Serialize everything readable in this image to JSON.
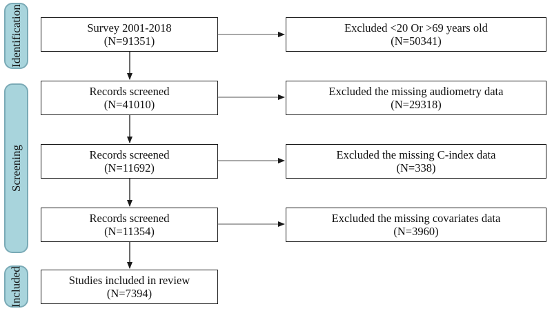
{
  "phases": {
    "identification": "Identification",
    "screening": "Screening",
    "included": "Included"
  },
  "main_boxes": [
    {
      "line1": "Survey 2001-2018",
      "line2": "(N=91351)"
    },
    {
      "line1": "Records screened",
      "line2": "(N=41010)"
    },
    {
      "line1": "Records screened",
      "line2": "(N=11692)"
    },
    {
      "line1": "Records screened",
      "line2": "(N=11354)"
    },
    {
      "line1": "Studies included in review",
      "line2": "(N=7394)"
    }
  ],
  "exclusion_boxes": [
    {
      "line1": "Excluded <20 Or >69 years old",
      "line2": "(N=50341)"
    },
    {
      "line1": "Excluded the missing audiometry data",
      "line2": "(N=29318)"
    },
    {
      "line1": "Excluded the missing C-index data",
      "line2": "(N=338)"
    },
    {
      "line1": "Excluded the missing covariates data",
      "line2": "(N=3960)"
    }
  ],
  "colors": {
    "phase_fill": "#a8d4dc",
    "phase_border": "#7aaab6",
    "line": "#1a1a1a"
  }
}
